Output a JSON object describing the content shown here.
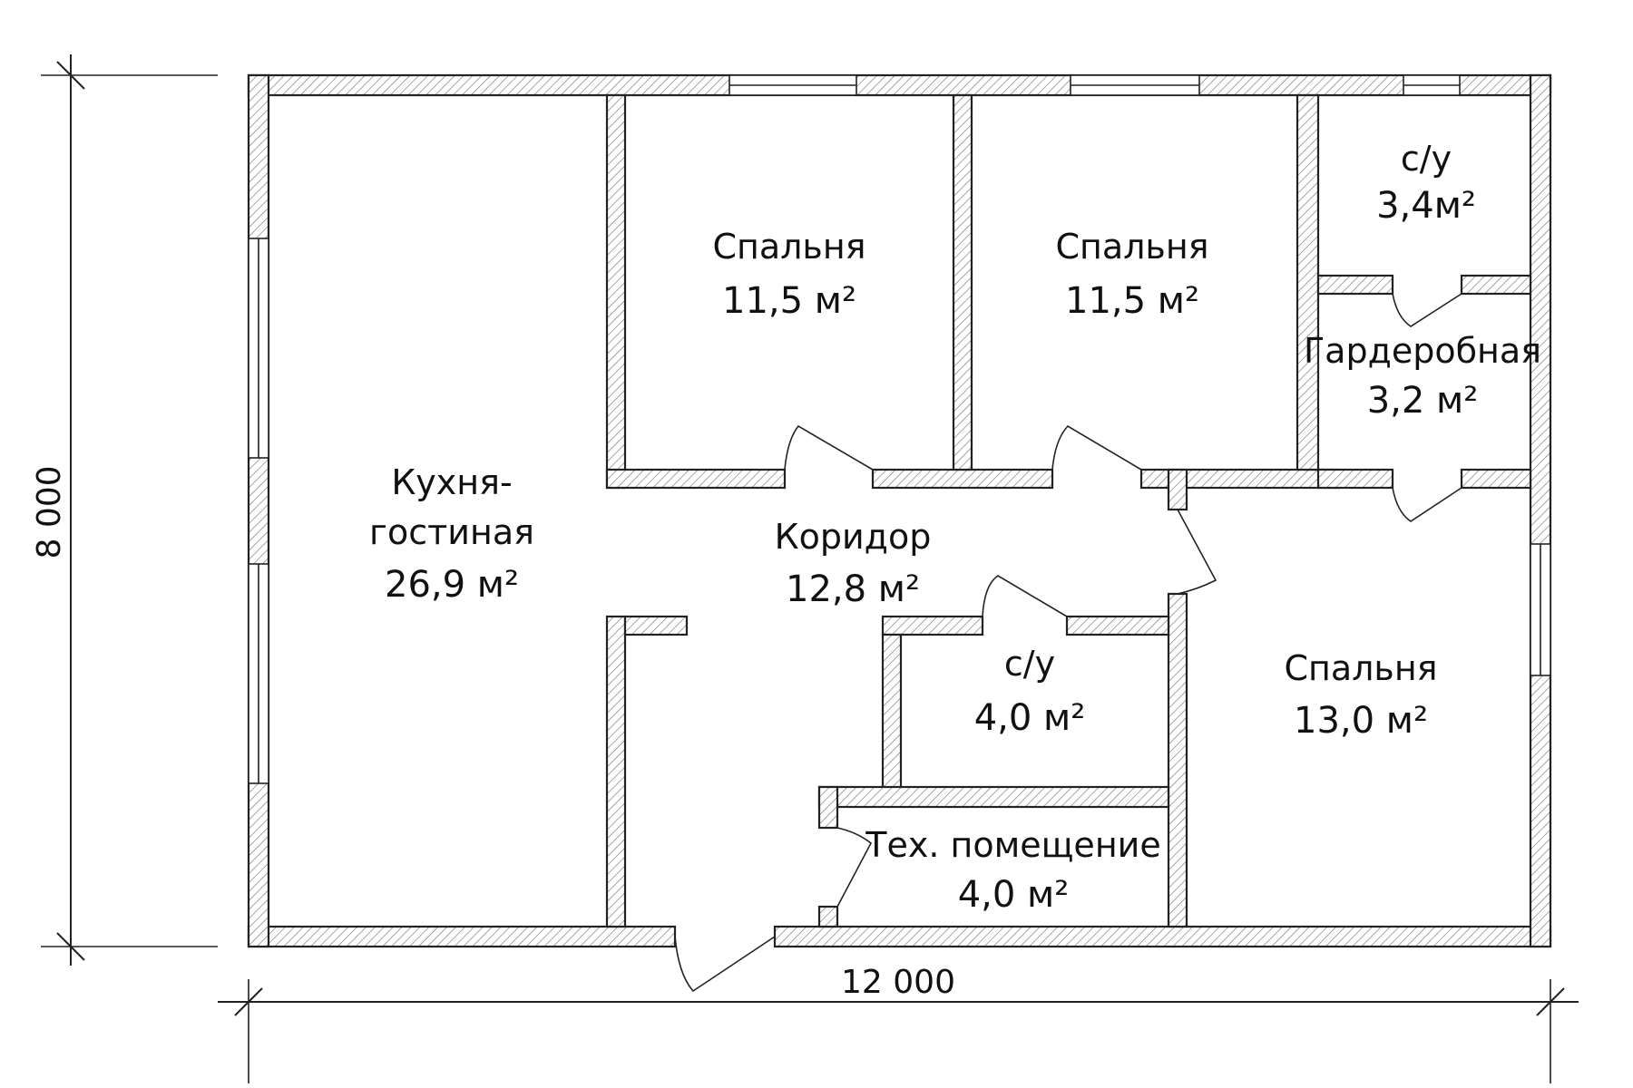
{
  "dimensions": {
    "width": "12 000",
    "height": "8 000"
  },
  "rooms": {
    "kitchen": {
      "name_line1": "Кухня-",
      "name_line2": "гостиная",
      "area": "26,9 м²"
    },
    "bedroom1": {
      "name": "Спальня",
      "area": "11,5 м²"
    },
    "bedroom2": {
      "name": "Спальня",
      "area": "11,5 м²"
    },
    "bathroom1": {
      "name": "с/у",
      "area": "3,4м²"
    },
    "wardrobe": {
      "name": "Гардеробная",
      "area": "3,2 м²"
    },
    "corridor": {
      "name": "Коридор",
      "area": "12,8 м²"
    },
    "bathroom2": {
      "name": "с/у",
      "area": "4,0 м²"
    },
    "bedroom3": {
      "name": "Спальня",
      "area": "13,0 м²"
    },
    "tech_room": {
      "name": "Тех. помещение",
      "area": "4,0 м²"
    }
  }
}
